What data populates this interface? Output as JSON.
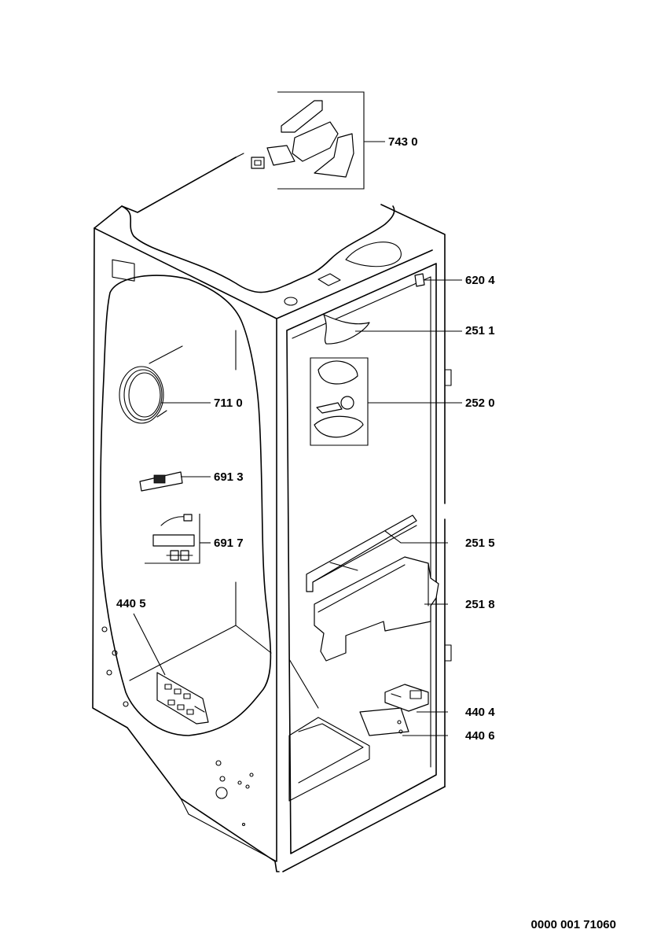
{
  "labels": {
    "p7430": "743 0",
    "p6204": "620 4",
    "p2511": "251 1",
    "p2520": "252 0",
    "p7110": "711 0",
    "p6913": "691 3",
    "p6917": "691 7",
    "p2515": "251 5",
    "p2518": "251 8",
    "p4405": "440 5",
    "p4404": "440 4",
    "p4406": "440 6"
  },
  "document_number": "0000 001 71060"
}
